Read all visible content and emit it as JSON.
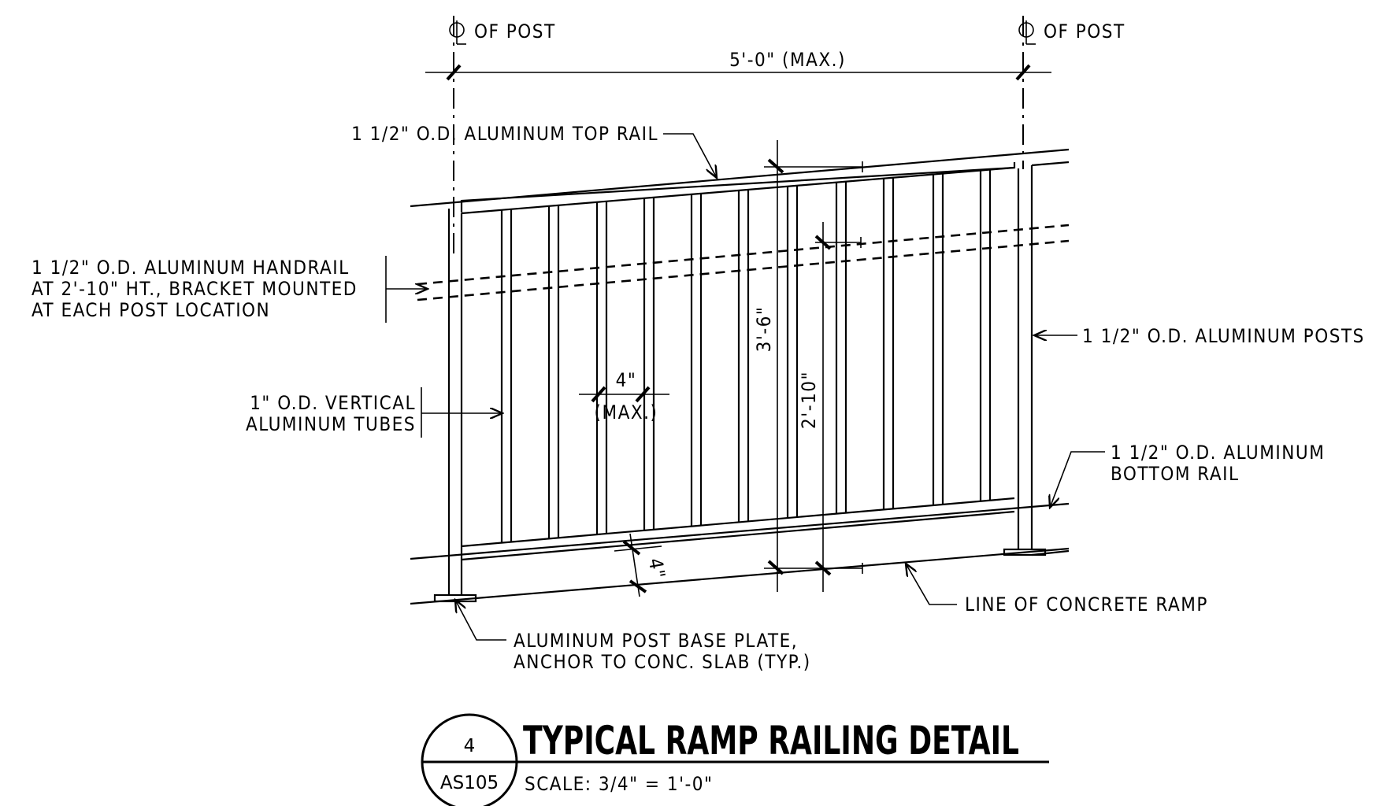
{
  "drawing": {
    "centerline_left": "OF POST",
    "centerline_right": "OF POST",
    "post_spacing": "5'-0\" (MAX.)",
    "top_rail": "1 1/2\" O.D. ALUMINUM TOP RAIL",
    "handrail": [
      "1 1/2\" O.D. ALUMINUM HANDRAIL",
      "AT 2'-10\" HT., BRACKET MOUNTED",
      "AT EACH POST LOCATION"
    ],
    "posts": "1 1/2\" O.D. ALUMINUM POSTS",
    "vertical_tubes": [
      "1\" O.D. VERTICAL",
      "ALUMINUM TUBES"
    ],
    "tube_spacing": "4\"",
    "tube_spacing_max": "(MAX.)",
    "rail_height": "3'-6\"",
    "handrail_height": "2'-10\"",
    "bottom_clearance": "4\"",
    "bottom_rail": [
      "1 1/2\" O.D. ALUMINUM",
      "BOTTOM RAIL"
    ],
    "ramp_line": "LINE OF CONCRETE RAMP",
    "base_plate": [
      "ALUMINUM POST BASE PLATE,",
      "ANCHOR TO CONC. SLAB (TYP.)"
    ]
  },
  "title_block": {
    "detail_number": "4",
    "sheet_number": "AS105",
    "title": "TYPICAL RAMP RAILING DETAIL",
    "scale": "SCALE: 3/4\" = 1'-0\""
  }
}
